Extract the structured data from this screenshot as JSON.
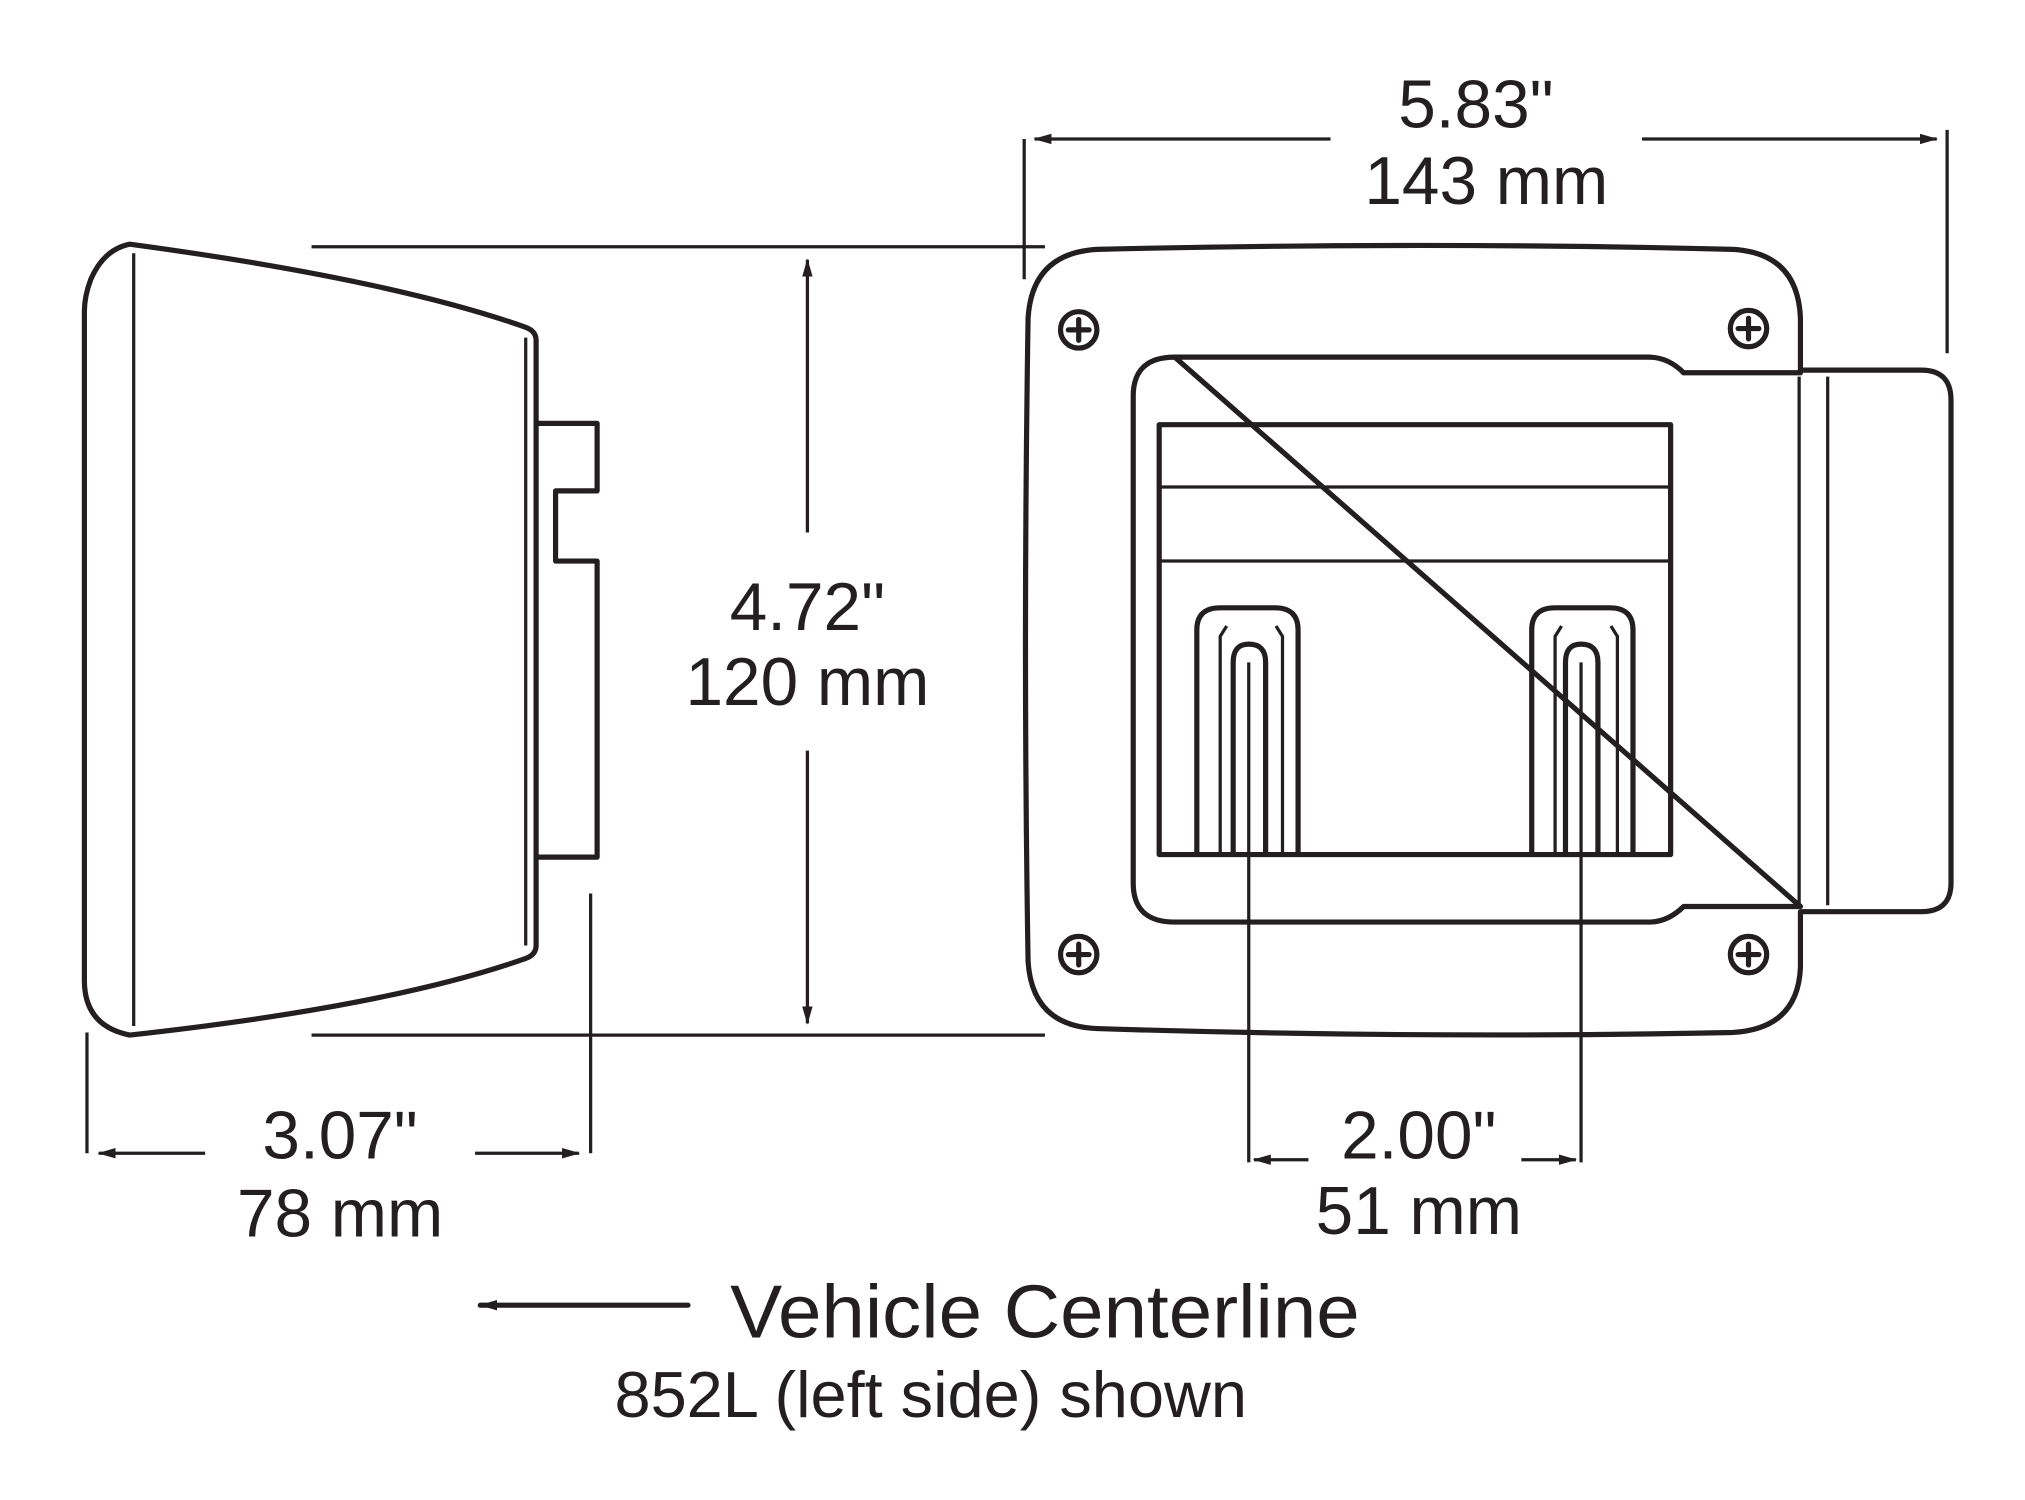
{
  "dimensions": {
    "width": {
      "inches": "5.83\"",
      "mm": "143 mm"
    },
    "height": {
      "inches": "4.72\"",
      "mm": "120 mm"
    },
    "depth": {
      "inches": "3.07\"",
      "mm": "78 mm"
    },
    "stud_spacing": {
      "inches": "2.00\"",
      "mm": "51 mm"
    }
  },
  "caption": {
    "direction_label": "Vehicle Centerline",
    "model_note": "852L (left side) shown"
  },
  "colors": {
    "ink": "#231f20",
    "background": "#ffffff"
  }
}
